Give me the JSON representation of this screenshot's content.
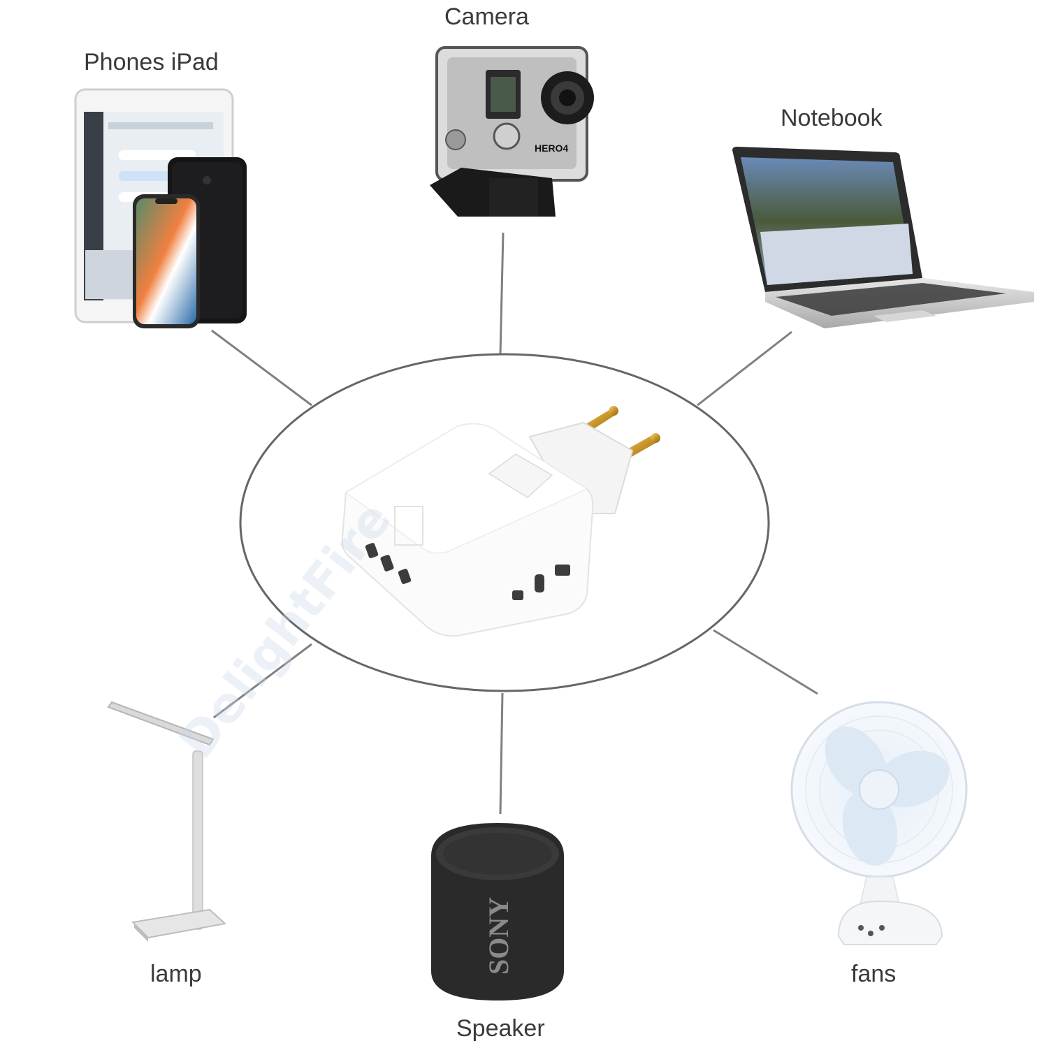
{
  "colors": {
    "connector_line": "#808080",
    "ellipse_stroke": "#666666",
    "label_text": "#3a3a3a",
    "accent_gold": "#d4a935"
  },
  "hub": {
    "icon": "plug-adapter-icon"
  },
  "devices": {
    "phones": {
      "label": "Phones iPad",
      "icon": "phone-tablet-icon"
    },
    "camera": {
      "label": "Camera",
      "icon": "action-camera-icon",
      "brand_text": "HERO4"
    },
    "notebook": {
      "label": "Notebook",
      "icon": "laptop-icon"
    },
    "lamp": {
      "label": "lamp",
      "icon": "desk-lamp-icon"
    },
    "speaker": {
      "label": "Speaker",
      "icon": "speaker-icon",
      "brand_text": "SONY"
    },
    "fans": {
      "label": "fans",
      "icon": "desk-fan-icon"
    }
  },
  "watermark": {
    "text": "DelightFire"
  }
}
